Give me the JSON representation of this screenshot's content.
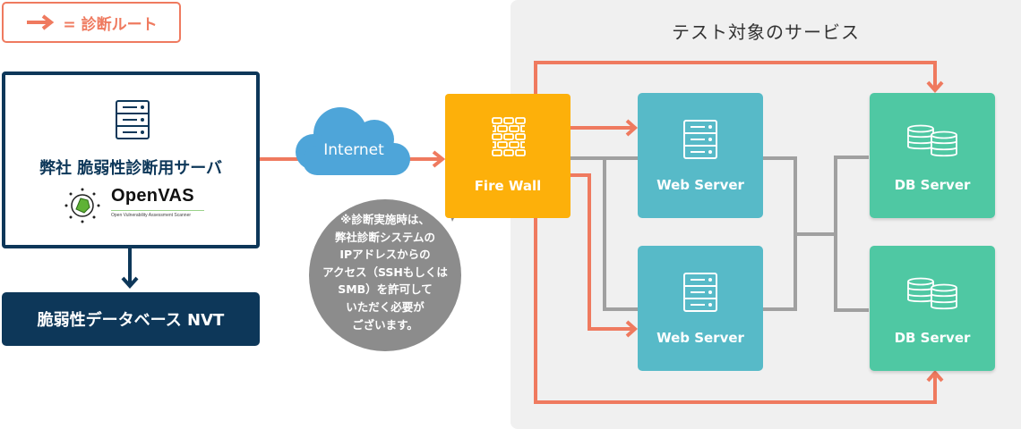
{
  "legend": {
    "icon": "arrow-right-icon",
    "label": "= 診断ルート"
  },
  "colors": {
    "route": "#ef7a5f",
    "navy": "#0d3759",
    "firewall": "#fdb00a",
    "web": "#57bac8",
    "db": "#4fc8a3",
    "cloud": "#4ea5d9",
    "connector": "#a0a0a0",
    "bubble": "#8c8c8c",
    "area": "#f0f0f0"
  },
  "our_server": {
    "icon": "server-icon",
    "label": "弊社 脆弱性診断用サーバ",
    "openvas": {
      "logo_icon": "openvas-logo-icon",
      "name": "OpenVAS",
      "subtitle": "Open Vulnerability Assessment Scanner"
    }
  },
  "nvt": {
    "label": "脆弱性データベース NVT"
  },
  "internet": {
    "icon": "cloud-icon",
    "label": "Internet"
  },
  "note": {
    "lines": [
      "※診断実施時は、",
      "弊社診断システムの",
      "IPアドレスからの",
      "アクセス（SSHもしくは",
      "SMB）を許可して",
      "いただく必要が",
      "ございます。"
    ]
  },
  "test_area": {
    "title": "テスト対象のサービス",
    "firewall": {
      "icon": "brick-wall-icon",
      "label": "Fire Wall"
    },
    "web_servers": [
      {
        "icon": "server-icon",
        "label": "Web Server"
      },
      {
        "icon": "server-icon",
        "label": "Web Server"
      }
    ],
    "db_servers": [
      {
        "icon": "database-icon",
        "label": "DB Server"
      },
      {
        "icon": "database-icon",
        "label": "DB Server"
      }
    ]
  }
}
